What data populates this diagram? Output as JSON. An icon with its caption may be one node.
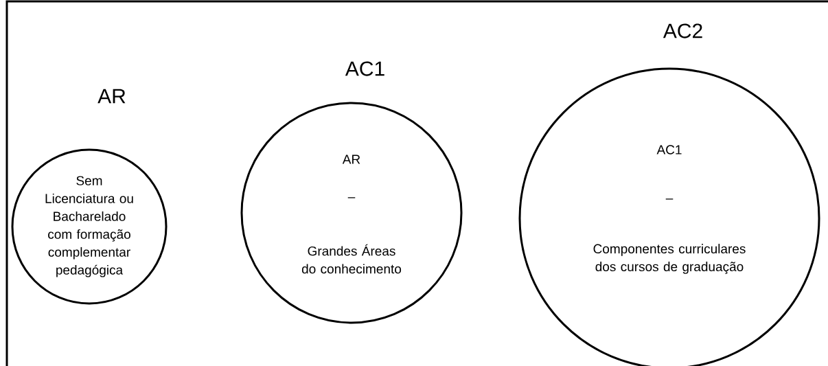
{
  "diagram": {
    "nodes": [
      {
        "text": [
          "AR",
          "Sem Licenciatura ou Bacharelado com formação complementar pedagógica"
        ]
      },
      {
        "text": [
          "AC1",
          "AR",
          "–",
          "Grandes Áreas do conhecimento"
        ]
      },
      {
        "text": [
          "AC2",
          "AC1",
          "–",
          "Componentes curriculares dos cursos de graduação"
        ]
      }
    ]
  }
}
